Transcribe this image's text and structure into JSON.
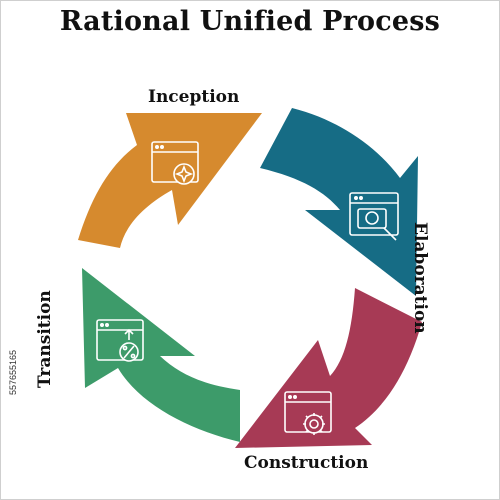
{
  "title": "Rational Unified Process",
  "phases": [
    {
      "label": "Inception",
      "color": "#d68a2e",
      "icon": "browser-sparkle-icon"
    },
    {
      "label": "Elaboration",
      "color": "#166c85",
      "icon": "browser-camera-icon"
    },
    {
      "label": "Construction",
      "color": "#a73a55",
      "icon": "browser-gear-icon"
    },
    {
      "label": "Transition",
      "color": "#3d9b6a",
      "icon": "browser-percent-icon"
    }
  ],
  "stock_id": "557655165"
}
